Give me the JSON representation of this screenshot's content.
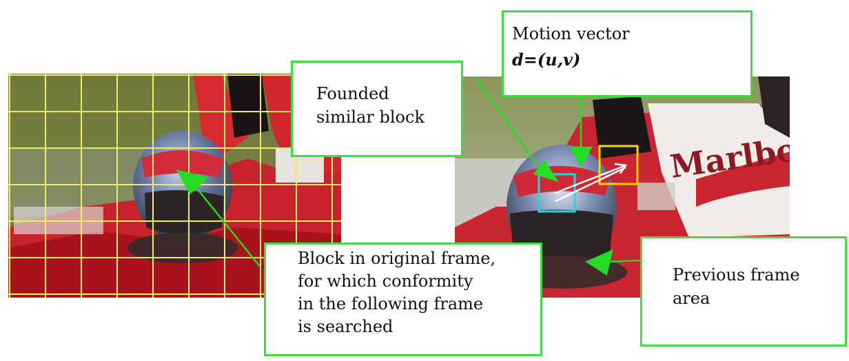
{
  "labels": {
    "motion_vector": {
      "title": "Motion vector",
      "formula": "d=(u,v)"
    },
    "founded_block": {
      "lines": [
        "Founded",
        "similar block"
      ]
    },
    "original_block": {
      "lines": [
        "Block in original frame,",
        "for which conformity",
        "in the following frame",
        "is searched"
      ]
    },
    "previous_area": {
      "lines": [
        "Previous frame",
        "area"
      ]
    }
  },
  "colors": {
    "box_border": "#3fdc3f",
    "arrow_green": "#22dd22",
    "grid_yellow": "#eeee66",
    "found_block_cyan": "#22d6e6",
    "search_block_yellow": "#f0d800",
    "vector_white": "#ffffff"
  },
  "photos": {
    "left": "video frame: racing driver in helmet overlaid with block grid",
    "right": "video frame: racing driver in helmet with Marlboro livery"
  },
  "sponsor_text": "Marlbo"
}
